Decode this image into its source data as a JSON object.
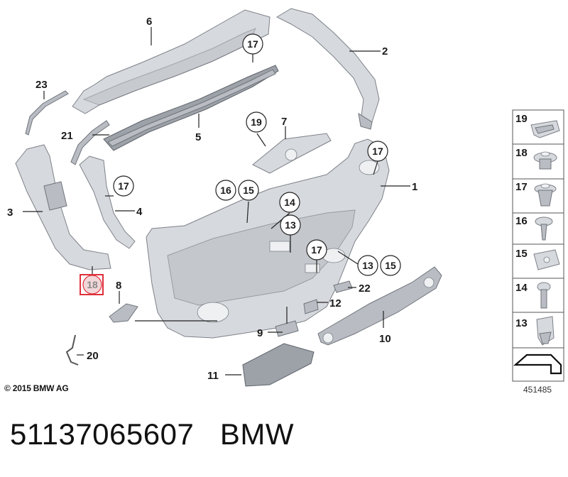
{
  "diagram": {
    "callouts": {
      "c1": "1",
      "c2": "2",
      "c3": "3",
      "c4": "4",
      "c5": "5",
      "c6": "6",
      "c7": "7",
      "c8": "8",
      "c9": "9",
      "c10": "10",
      "c11": "11",
      "c12": "12",
      "c20": "20",
      "c21": "21",
      "c22": "22",
      "c23": "23"
    },
    "circled": {
      "c17a": "17",
      "c17b": "17",
      "c17c": "17",
      "c17d": "17",
      "c19": "19",
      "c16": "16",
      "c15a": "15",
      "c14": "14",
      "c13a": "13",
      "c13b": "13",
      "c15b": "15",
      "c18": "18"
    },
    "legend": [
      "19",
      "18",
      "17",
      "16",
      "15",
      "14",
      "13"
    ],
    "highlight_color": "#e0303a"
  },
  "footer": {
    "copyright": "© 2015 BMW AG",
    "diagram_id": "451485",
    "part_number": "51137065607   BMW"
  }
}
